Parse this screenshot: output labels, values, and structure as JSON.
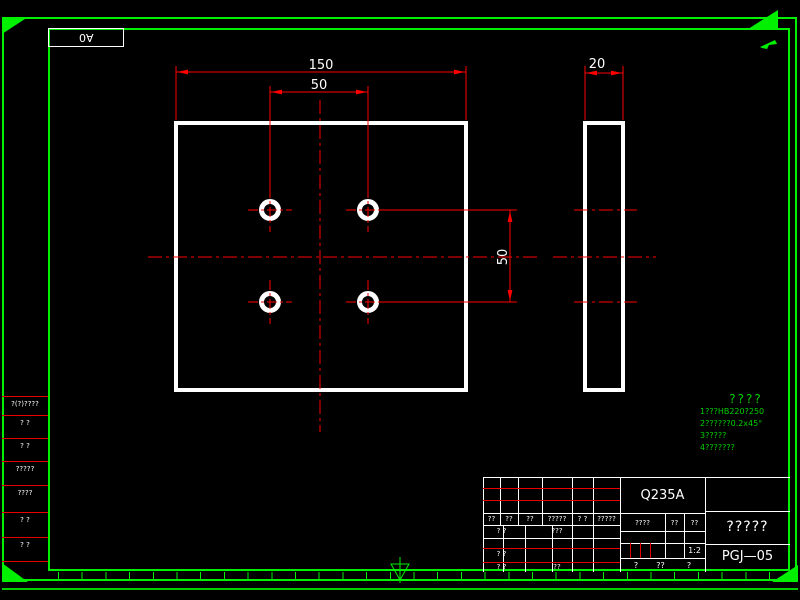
{
  "paper_label": "A0",
  "drawing": {
    "dim_width": "150",
    "dim_hole_spacing": "50",
    "dim_thickness": "20",
    "dim_hole_spacing_v": "50"
  },
  "tech_requirements": {
    "title": "????",
    "lines": [
      "1???HB220?250",
      "2??????0.2x45°",
      "3?????",
      "4???????"
    ]
  },
  "margin_table": {
    "rows": [
      "?(?)????",
      "? ?",
      "? ?",
      "?????",
      "????",
      "? ?",
      "? ?"
    ]
  },
  "title_block": {
    "material": "Q235A",
    "part_name": "?????",
    "drawing_number": "PGJ—05",
    "scale": "1:2",
    "sign_headers": [
      "??",
      "??",
      "??",
      "?????",
      "? ?",
      "?????"
    ],
    "mid_headers": [
      "????",
      "??",
      "??"
    ],
    "left_rows": {
      "design": "? ?",
      "standard": "???",
      "audit": "? ?",
      "approve": "? ?",
      "approve_sign": "??"
    },
    "sheet_row": [
      "?",
      "??",
      "?"
    ]
  },
  "colors": {
    "background": "#000000",
    "frame_green": "#00f000",
    "dimension_red": "#ff0000",
    "line_white": "#ffffff",
    "tech_text_green": "#00cf00"
  }
}
